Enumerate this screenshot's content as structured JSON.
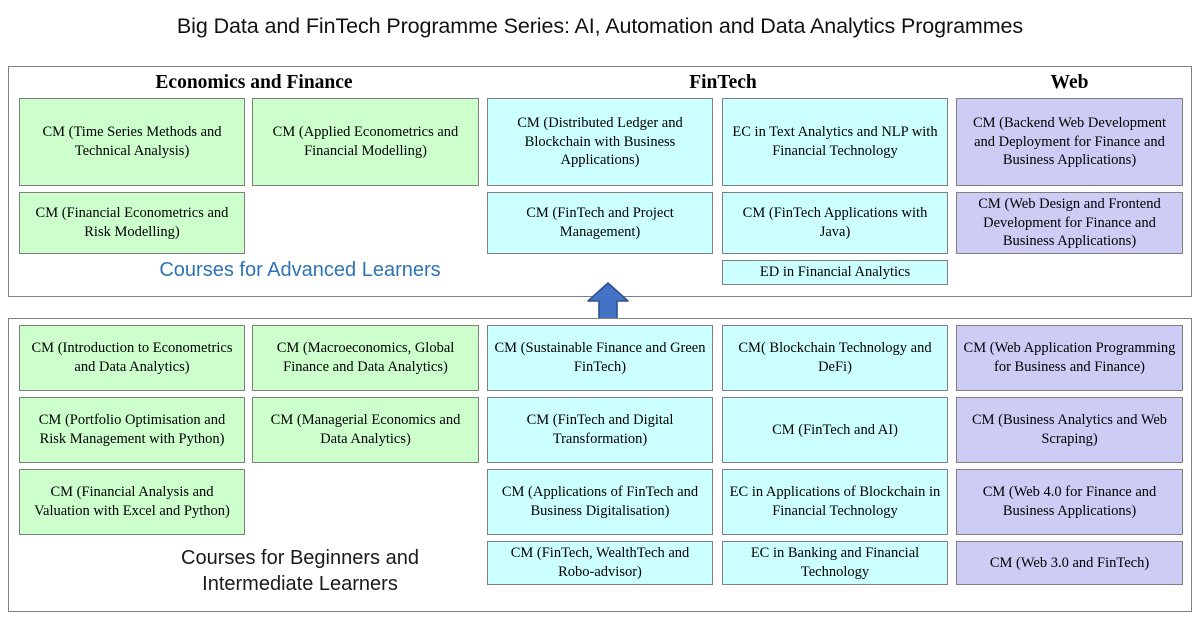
{
  "title": "Big Data and FinTech Programme Series: AI, Automation and Data Analytics Programmes",
  "colors": {
    "economics_finance": "#CCFFCC",
    "fintech": "#CCFFFF",
    "web": "#CCCCF5",
    "advanced_caption": "#2E74B5",
    "arrow": "#4472C4",
    "border": "#7F7F7F"
  },
  "headers": {
    "economics_finance": "Economics and Finance",
    "fintech": "FinTech",
    "web": "Web"
  },
  "advanced": {
    "caption": "Courses for Advanced Learners",
    "col1": [
      "CM (Time Series Methods and Technical Analysis)",
      "CM (Financial Econometrics and Risk Modelling)"
    ],
    "col2": [
      "CM (Applied Econometrics and Financial Modelling)"
    ],
    "col3": [
      "CM (Distributed Ledger and Blockchain with Business Applications)",
      "CM (FinTech and Project Management)"
    ],
    "col4": [
      "EC in Text Analytics and NLP with Financial Technology",
      "CM (FinTech Applications with Java)",
      "ED in Financial Analytics"
    ],
    "col5": [
      "CM (Backend Web Development and Deployment for Finance and Business Applications)",
      "CM (Web Design and Frontend Development for Finance and Business Applications)"
    ]
  },
  "beginner": {
    "caption": "Courses for Beginners and\nIntermediate Learners",
    "col1": [
      "CM (Introduction to Econometrics and Data Analytics)",
      "CM (Portfolio Optimisation and Risk Management with Python)",
      "CM (Financial Analysis and Valuation with Excel and Python)"
    ],
    "col2": [
      "CM (Macroeconomics, Global Finance and Data Analytics)",
      "CM (Managerial Economics and Data Analytics)"
    ],
    "col3": [
      "CM (Sustainable Finance and Green FinTech)",
      "CM (FinTech and Digital Transformation)",
      "CM (Applications of FinTech and Business Digitalisation)",
      "CM (FinTech, WealthTech and Robo-advisor)"
    ],
    "col4": [
      "CM( Blockchain Technology and DeFi)",
      "CM (FinTech and AI)",
      "EC in Applications of Blockchain in Financial Technology",
      "EC in Banking and Financial Technology"
    ],
    "col5": [
      "CM (Web Application Programming for Business and Finance)",
      "CM (Business Analytics and Web Scraping)",
      "CM (Web 4.0 for Finance and Business Applications)",
      "CM (Web 3.0 and FinTech)"
    ]
  },
  "arrow": {
    "direction": "up",
    "name": "progression-arrow"
  }
}
